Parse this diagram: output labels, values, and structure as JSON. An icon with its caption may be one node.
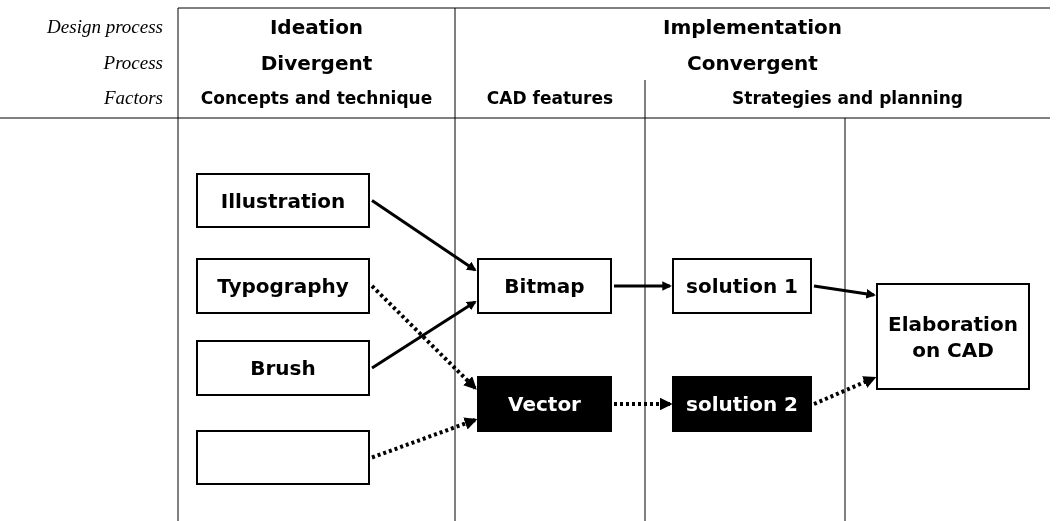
{
  "diagram": {
    "nodes": [
      {
        "text": [
          "Illustration"
        ]
      },
      {
        "text": [
          "Typography"
        ]
      },
      {
        "text": [
          "Brush"
        ]
      },
      {
        "text": [],
        "shape": "box"
      },
      {
        "text": [
          "Bitmap"
        ]
      },
      {
        "text": [
          "Vector"
        ]
      },
      {
        "text": [
          "solution 1"
        ]
      },
      {
        "text": [
          "solution 2"
        ]
      },
      {
        "text": [
          "Elaboration on CAD"
        ]
      }
    ],
    "edges": [
      {
        "from": 0,
        "to": 4,
        "arrow": "to"
      },
      {
        "from": 2,
        "to": 4,
        "arrow": "to"
      },
      {
        "from": 1,
        "to": 5,
        "arrow": "to",
        "style": "dashed"
      },
      {
        "from": 3,
        "to": 5,
        "arrow": "to",
        "style": "dashed"
      },
      {
        "from": 4,
        "to": 6,
        "arrow": "to"
      },
      {
        "from": 5,
        "to": 7,
        "arrow": "to",
        "style": "dashed"
      },
      {
        "from": 6,
        "to": 8,
        "arrow": "to"
      },
      {
        "from": 7,
        "to": 8,
        "arrow": "to",
        "style": "dashed"
      }
    ],
    "labels": [
      "Design process",
      "Ideation",
      "Implementation",
      "Process",
      "Divergent",
      "Convergent",
      "Factors",
      "Concepts and technique",
      "CAD features",
      "Strategies and planning"
    ]
  }
}
